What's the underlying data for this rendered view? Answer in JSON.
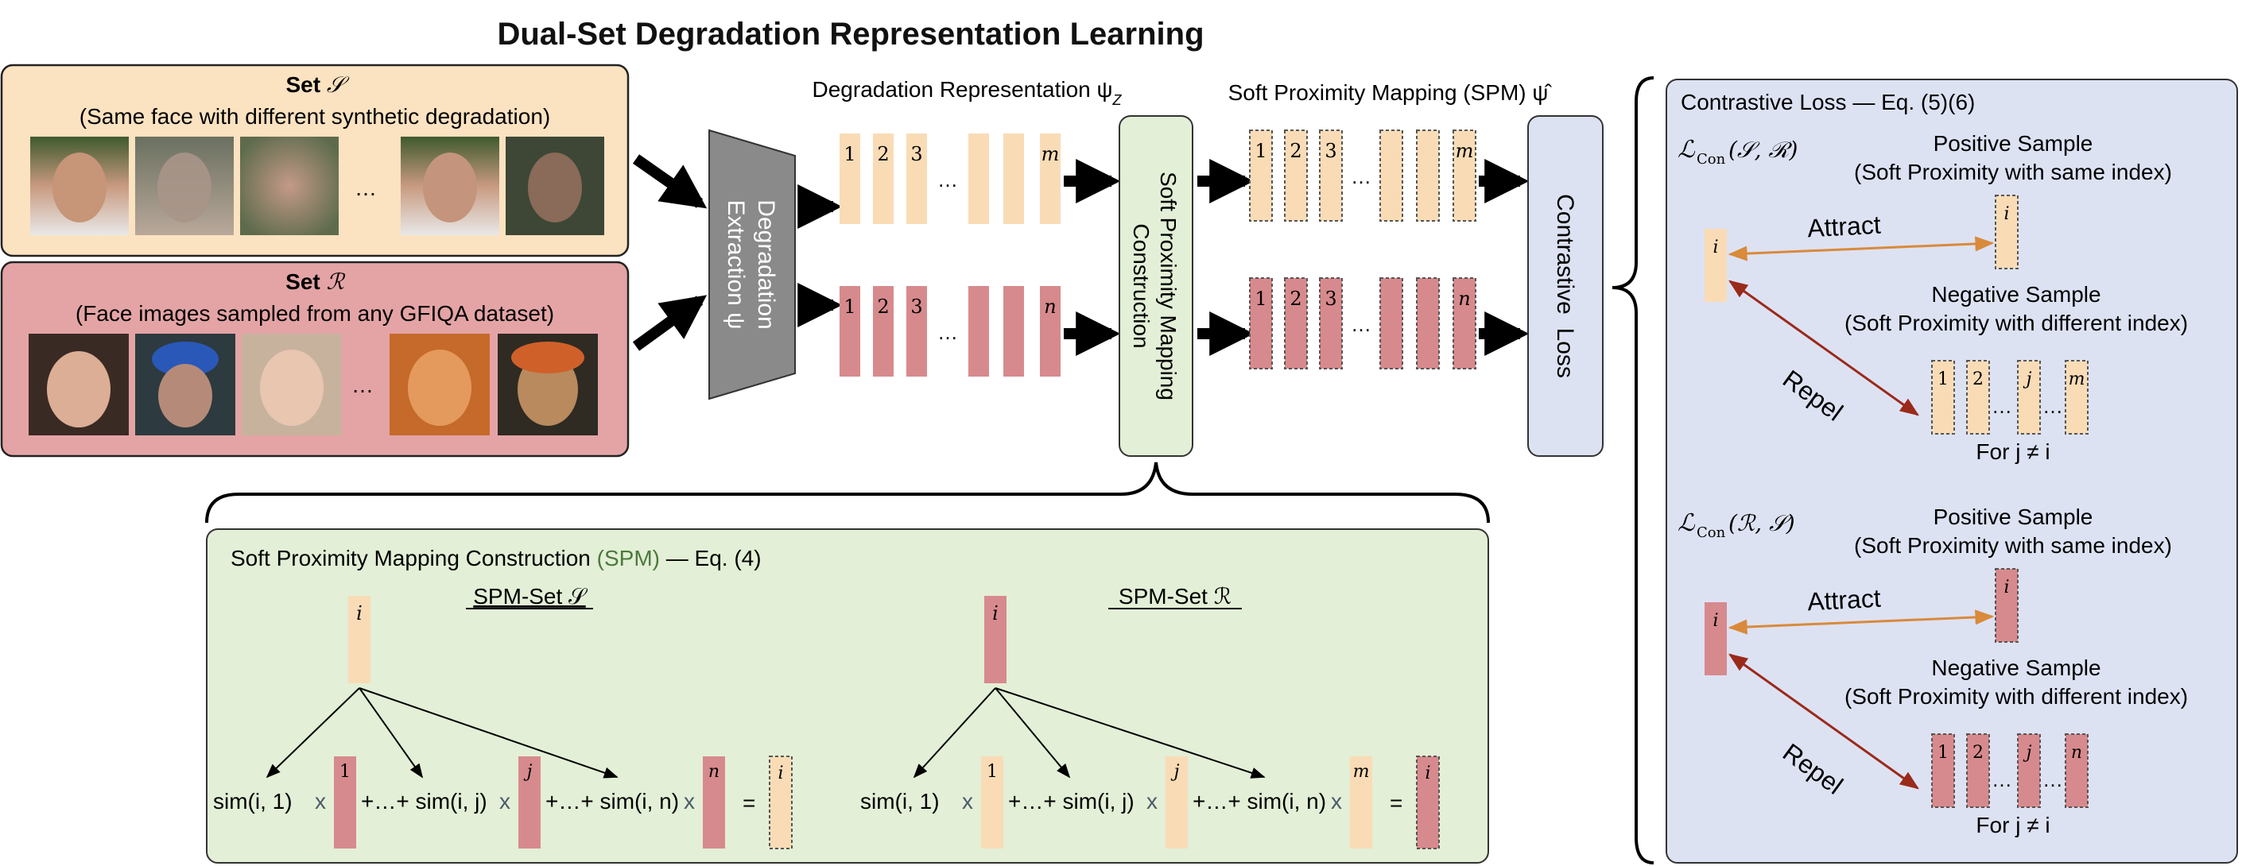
{
  "title": "Dual-Set Degradation Representation Learning",
  "colors": {
    "tan_fill": "#fbe2c0",
    "tan_stroke": "#222222",
    "rose_fill": "#e4a4a5",
    "bar_tan": "#f9dcb6",
    "bar_rose": "#d78a8d",
    "green_fill": "#e3efd6",
    "green_stroke": "#333333",
    "blue_fill": "#dde2f3",
    "gray_fill": "#8a8a8a",
    "arrow_orange": "#d98a3a",
    "arrow_dark_red": "#9a2a1a"
  },
  "set_s": {
    "title_prefix": "Set ",
    "title_symbol": "𝒮",
    "subtitle": "(Same face with different synthetic degradation)",
    "ellipsis": "…"
  },
  "set_r": {
    "title_prefix": "Set ",
    "title_symbol": "ℛ",
    "subtitle": "(Face images sampled from any GFIQA dataset)",
    "ellipsis": "…"
  },
  "extractor": {
    "line1": "Degradation",
    "line2": "Extraction ψ"
  },
  "degradation_rep": {
    "label": "Degradation Representation ψ",
    "subscript": "Z",
    "top_labels": [
      "1",
      "2",
      "3",
      "m"
    ],
    "bottom_labels": [
      "1",
      "2",
      "3",
      "n"
    ],
    "ellipsis": "…"
  },
  "spm_construction_box": {
    "line1": "Soft Proximity Mapping",
    "line2": "Construction"
  },
  "spm_mapping": {
    "label": "Soft Proximity Mapping (SPM) ψ̂",
    "top_labels": [
      "1",
      "2",
      "3",
      "m"
    ],
    "bottom_labels": [
      "1",
      "2",
      "3",
      "n"
    ],
    "ellipsis": "…"
  },
  "contrastive_loss_box": {
    "label": "Contrastive  Loss"
  },
  "right_panel": {
    "header": "Contrastive Loss — Eq. (5)(6)",
    "section1": {
      "loss_label": "ℒ",
      "loss_sub": "Con",
      "loss_args": "(𝒮, ℛ)",
      "positive_title": "Positive Sample",
      "positive_sub": "(Soft Proximity with same index)",
      "attract": "Attract",
      "repel": "Repel",
      "negative_title": "Negative Sample",
      "negative_sub": "(Soft Proximity with different index)",
      "anchor_label": "i",
      "pos_label": "i",
      "neg_labels": [
        "1",
        "2",
        "j",
        "m"
      ],
      "ellipsis": "…",
      "for_text": "For j ≠ i"
    },
    "section2": {
      "loss_label": "ℒ",
      "loss_sub": "Con",
      "loss_args": "(ℛ, 𝒮)",
      "positive_title": "Positive Sample",
      "positive_sub": "(Soft Proximity with same index)",
      "attract": "Attract",
      "repel": "Repel",
      "negative_title": "Negative Sample",
      "negative_sub": "(Soft Proximity with different index)",
      "anchor_label": "i",
      "pos_label": "i",
      "neg_labels": [
        "1",
        "2",
        "j",
        "n"
      ],
      "ellipsis": "…",
      "for_text": "For j ≠ i"
    }
  },
  "bottom_panel": {
    "header_main": "Soft Proximity Mapping Construction ",
    "header_spm": "(SPM)",
    "header_eq": " — Eq. (4)",
    "spm_s_title": "SPM-Set 𝒮",
    "spm_r_title": "SPM-Set ℛ",
    "top_label": "i",
    "formula_s": {
      "t1": "sim(i, 1)",
      "x": "x",
      "t2": "+…+ sim(i, j)",
      "t3": "+…+ sim(i, n)",
      "eq": "=",
      "bars": [
        "1",
        "j",
        "n"
      ],
      "result": "i"
    },
    "formula_r": {
      "t1": "sim(i, 1)",
      "x": "x",
      "t2": "+…+ sim(i, j)",
      "t3": "+…+ sim(i, n)",
      "eq": "=",
      "bars": [
        "1",
        "j",
        "m"
      ],
      "result": "i"
    }
  }
}
